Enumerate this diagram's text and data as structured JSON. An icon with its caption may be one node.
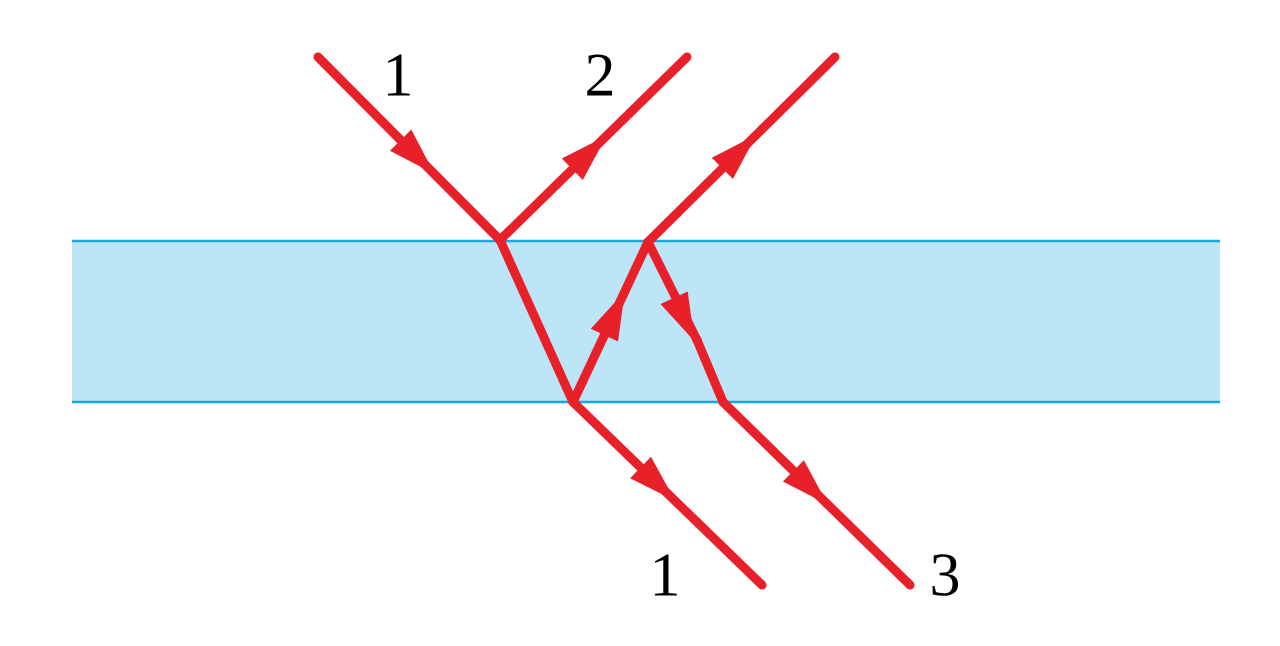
{
  "diagram": {
    "labels": [
      "1",
      "2",
      "1",
      "3"
    ]
  }
}
